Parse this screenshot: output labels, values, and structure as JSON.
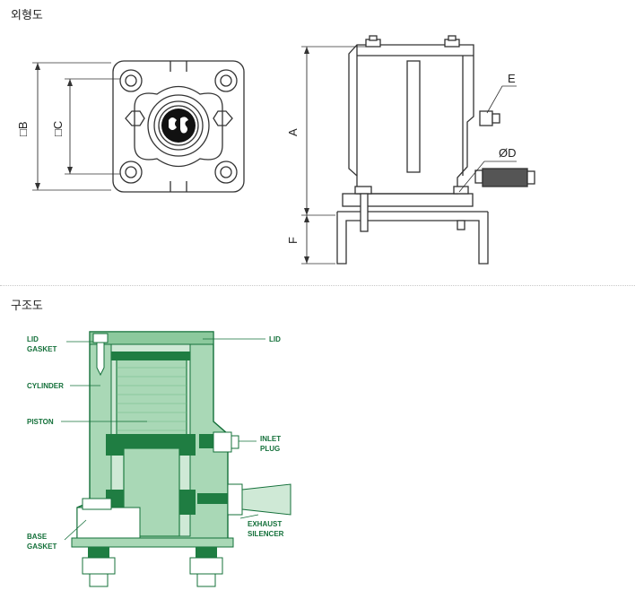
{
  "sections": {
    "outline": {
      "title": "외형도"
    },
    "structure": {
      "title": "구조도"
    }
  },
  "outline_drawing": {
    "dimensions": {
      "b": "□B",
      "c": "□C",
      "a": "A",
      "e": "E",
      "d": "ØD",
      "f": "F"
    }
  },
  "structure_drawing": {
    "labels": {
      "lid_gasket_1": "LID",
      "lid_gasket_2": "GASKET",
      "lid": "LID",
      "cylinder": "CYLINDER",
      "piston": "PISTON",
      "inlet_1": "INLET",
      "inlet_2": "PLUG",
      "exhaust_1": "EXHAUST",
      "exhaust_2": "SILENCER",
      "base_1": "BASE",
      "base_2": "GASKET"
    },
    "colors": {
      "fill": "#a9d8b6",
      "dark": "#1f7d42",
      "line": "#14703a"
    }
  }
}
